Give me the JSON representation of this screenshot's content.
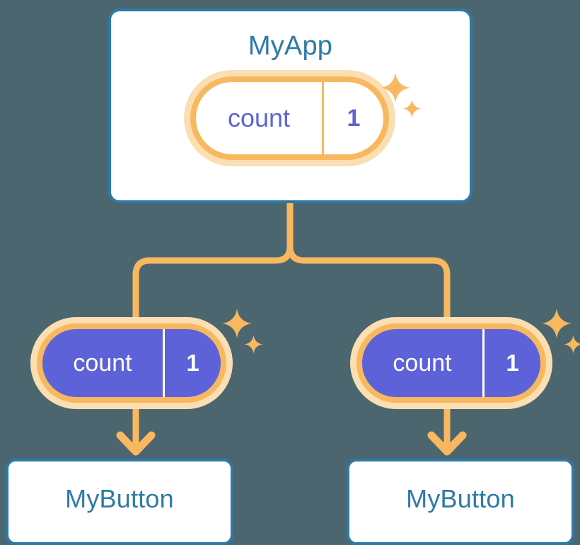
{
  "diagram": {
    "title_semantic": "react-state-propagation-tree",
    "background_color": "#4c6670",
    "accent_orange": "#f8b860",
    "accent_orange_halo": "#fbdfb2",
    "accent_blue": "#2e7aa6",
    "accent_purple": "#5d62d8",
    "white": "#ffffff"
  },
  "app": {
    "title": "MyApp",
    "state_pill": {
      "key": "count",
      "value": "1",
      "sparkle_icon": "sparkle-icon"
    }
  },
  "children": [
    {
      "side": "left",
      "state_pill": {
        "key": "count",
        "value": "1",
        "sparkle_icon": "sparkle-icon"
      },
      "button_label": "MyButton",
      "arrow_icon": "arrow-down-icon"
    },
    {
      "side": "right",
      "state_pill": {
        "key": "count",
        "value": "1",
        "sparkle_icon": "sparkle-icon"
      },
      "button_label": "MyButton",
      "arrow_icon": "arrow-down-icon"
    }
  ]
}
